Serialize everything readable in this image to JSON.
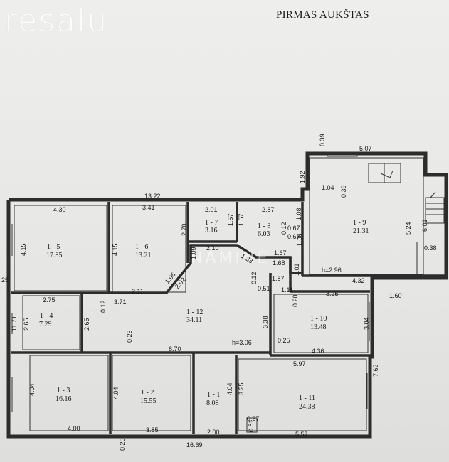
{
  "header": {
    "logo_text": "resalu",
    "title": "PIRMAS AUKŠTAS"
  },
  "watermark": "NAMINĖ",
  "rooms": [
    {
      "id": "1 - 5",
      "area": "17.85"
    },
    {
      "id": "1 - 6",
      "area": "13.21"
    },
    {
      "id": "1 - 7",
      "area": "3.16"
    },
    {
      "id": "1 - 8",
      "area": "6.03"
    },
    {
      "id": "1 - 9",
      "area": "21.31"
    },
    {
      "id": "1 - 4",
      "area": "7.29"
    },
    {
      "id": "1 - 12",
      "area": "34.11"
    },
    {
      "id": "1 - 10",
      "area": "13.48"
    },
    {
      "id": "1 - 3",
      "area": "16.16"
    },
    {
      "id": "1 - 2",
      "area": "15.55"
    },
    {
      "id": "1 - 1",
      "area": "8.08"
    },
    {
      "id": "1 - 11",
      "area": "24.38"
    }
  ],
  "heights": [
    "h=2.96",
    "h=3.06"
  ],
  "dimensions": {
    "d_13_22": "13.22",
    "d_4_30": "4.30",
    "d_3_41": "3.41",
    "d_2_01": "2.01",
    "d_2_87": "2.87",
    "d_5_07": "5.07",
    "d_0_39_top": "0.39",
    "d_1_92": "1.92",
    "d_1_04": "1.04",
    "d_0_39_in": "0.39",
    "d_5_24": "5.24",
    "d_6_01": "6.01",
    "d_0_38": "0.38",
    "d_4_32": "4.32",
    "d_4_15_l": "4.15",
    "d_4_15_m": "4.15",
    "d_2_70": "2.70",
    "d_1_57_a": "1.57",
    "d_1_57_b": "1.57",
    "d_1_08": "1.08",
    "d_0_67_a": "0.67",
    "d_0_67_b": "0.67",
    "d_0_12_a": "0.12",
    "d_1_06": "1.06",
    "d_2_10": "2.10",
    "d_1_33": "1.33",
    "d_1_67": "1.67",
    "d_1_68": "1.68",
    "d_1_09": "1.09",
    "d_1_87": "1.87",
    "d_1_01": "1.01",
    "d_0_12_b": "0.12",
    "d_0_51": "0.51",
    "d_1_11": "1.11",
    "d_1_95": "1.95",
    "d_2_02": "2.02",
    "d_2_11": "2.11",
    "d_3_71": "3.71",
    "d_2_75": "2.75",
    "d_0_12_c": "0.12",
    "d_2_65_a": "2.65",
    "d_2_65_b": "2.65",
    "d_11_71": "11.71",
    "d_25": "25",
    "d_3_25_a": "3.25",
    "d_1_60": "1.60",
    "d_0_20": "0.20",
    "d_3_38": "3.38",
    "d_3_04": "3.04",
    "d_0_25_a": "0.25",
    "d_0_25_b": "0.25",
    "d_4_36": "4.36",
    "d_8_70": "8.70",
    "d_5_97": "5.97",
    "d_7_62": "7.62",
    "d_4_04_a": "4.04",
    "d_4_04_b": "4.04",
    "d_4_04_c": "4.04",
    "d_3_25_b": "3.25",
    "d_0_87": "0.87",
    "d_0_51_b": "0.51",
    "d_4_00": "4.00",
    "d_3_85": "3.85",
    "d_2_00": "2.00",
    "d_5_57": "5.57",
    "d_16_69": "16.69",
    "d_0_25_c": "0.25"
  }
}
